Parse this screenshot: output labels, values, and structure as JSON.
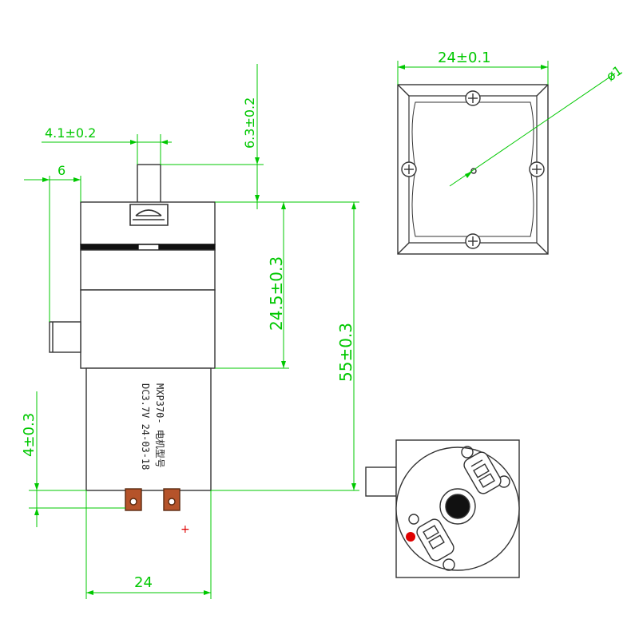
{
  "colors": {
    "dimension": "#00c800",
    "outline": "#333333",
    "body_fill": "#ffffff",
    "terminal": "#b5532a",
    "marker_red": "#e00000",
    "dark_band": "#111111"
  },
  "dimensions": {
    "top_width": "24±0.1",
    "hole": "ø1",
    "nozzle_dia": "4.1±0.2",
    "nozzle_height": "6.3±0.2",
    "side_offset": "6",
    "pump_height": "24.5±0.3",
    "total_height": "55±0.3",
    "terminal_length": "4±0.3",
    "motor_width": "24"
  },
  "label": {
    "line1": "MXP370- 电机型号",
    "line2": "DC3.7V 24-03-18"
  },
  "polarity": "+"
}
